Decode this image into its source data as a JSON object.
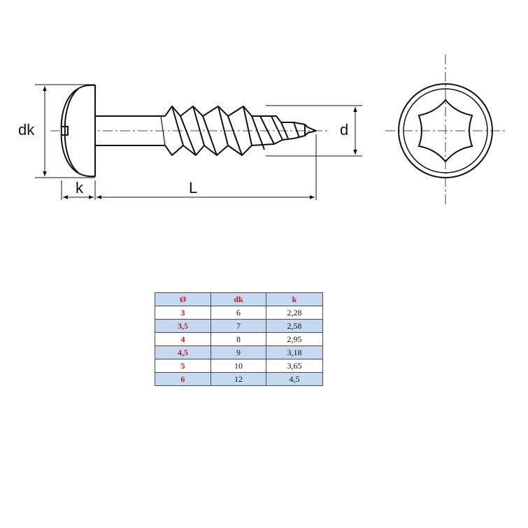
{
  "labels": {
    "head_diameter": "dk",
    "head_height": "k",
    "length": "L",
    "thread_diameter": "d"
  },
  "table": {
    "headers": [
      "Ø",
      "dk",
      "k"
    ],
    "rows": [
      [
        "3",
        "6",
        "2,28"
      ],
      [
        "3,5",
        "7",
        "2,58"
      ],
      [
        "4",
        "8",
        "2,95"
      ],
      [
        "4,5",
        "9",
        "3,18"
      ],
      [
        "5",
        "10",
        "3,65"
      ],
      [
        "6",
        "12",
        "4,5"
      ]
    ]
  },
  "colors": {
    "header_bg": "#c6d9f1",
    "accent_red": "#d2141e",
    "line": "#111111"
  },
  "icons": [
    "screw-side-view-icon",
    "torx-head-icon"
  ]
}
